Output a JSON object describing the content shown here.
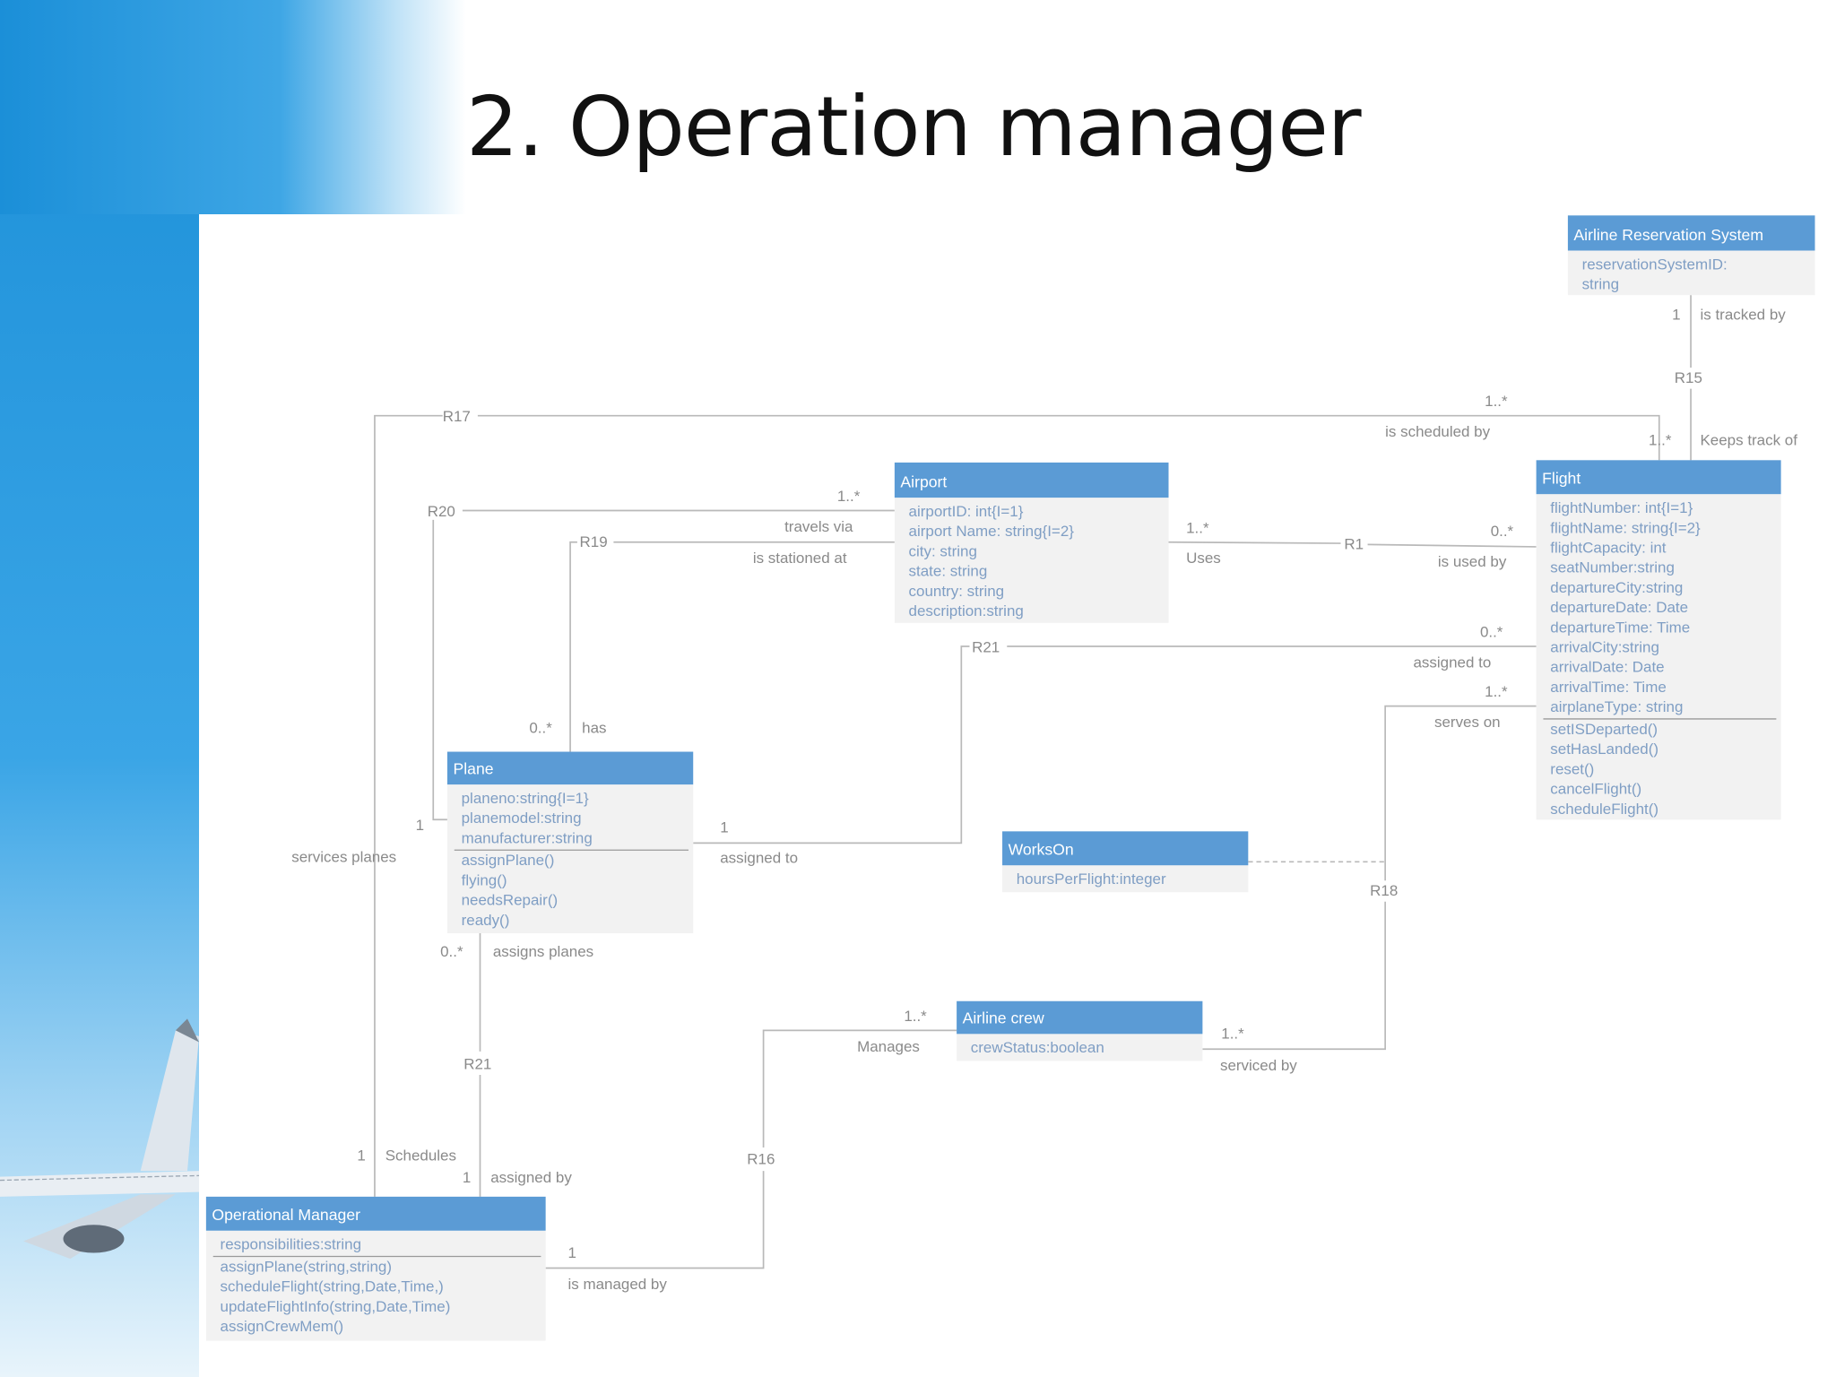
{
  "slide": {
    "title": "2. Operation manager"
  },
  "colors": {
    "class_header": "#5b9bd5",
    "class_body": "#f2f2f2",
    "attribute_text": "#7f9ec4",
    "label_text": "#8a8a8a",
    "background_blue": "#1b8fd8"
  },
  "classes": {
    "ars": {
      "name": "Airline Reservation System",
      "attributes": [
        "reservationSystemID:",
        "string"
      ],
      "methods": []
    },
    "flight": {
      "name": "Flight",
      "attributes": [
        "flightNumber: int{I=1}",
        "flightName: string{I=2}",
        "flightCapacity: int",
        "seatNumber:string",
        "departureCity:string",
        "departureDate: Date",
        "departureTime: Time",
        "arrivalCity:string",
        "arrivalDate: Date",
        "arrivalTime: Time",
        "airplaneType: string"
      ],
      "methods": [
        "setISDeparted()",
        "setHasLanded()",
        "reset()",
        "cancelFlight()",
        "scheduleFlight()"
      ]
    },
    "airport": {
      "name": "Airport",
      "attributes": [
        "airportID: int{I=1}",
        "airport Name: string{I=2}",
        "city: string",
        "state: string",
        "country: string",
        "description:string"
      ],
      "methods": []
    },
    "plane": {
      "name": "Plane",
      "attributes": [
        "planeno:string{I=1}",
        "planemodel:string",
        "manufacturer:string"
      ],
      "methods": [
        "assignPlane()",
        "flying()",
        "needsRepair()",
        "ready()"
      ]
    },
    "workson": {
      "name": "WorksOn",
      "attributes": [
        "hoursPerFlight:integer"
      ],
      "methods": []
    },
    "crew": {
      "name": "Airline crew",
      "attributes": [
        "crewStatus:boolean"
      ],
      "methods": []
    },
    "om": {
      "name": "Operational Manager",
      "attributes": [
        "responsibilities:string"
      ],
      "methods": [
        "assignPlane(string,string)",
        "scheduleFlight(string,Date,Time,)",
        "updateFlightInfo(string,Date,Time)",
        "assignCrewMem()"
      ]
    }
  },
  "associations": [
    {
      "id": "R15",
      "labels": [
        "1",
        "is tracked by",
        "R15",
        "1..*",
        "Keeps track of"
      ]
    },
    {
      "id": "R17",
      "labels": [
        "R17",
        "1..*",
        "is scheduled by",
        "1",
        "Schedules"
      ]
    },
    {
      "id": "R20",
      "labels": [
        "R20",
        "1..*",
        "travels via",
        "1",
        "services planes"
      ]
    },
    {
      "id": "R19",
      "labels": [
        "R19",
        "is stationed at",
        "0..*",
        "has"
      ]
    },
    {
      "id": "R1",
      "labels": [
        "1..*",
        "Uses",
        "R1",
        "0..*",
        "is used by"
      ]
    },
    {
      "id": "R21a",
      "labels": [
        "R21",
        "0..*",
        "assigned to",
        "1",
        "assigned to"
      ]
    },
    {
      "id": "R18",
      "labels": [
        "1..*",
        "serves on",
        "R18",
        "1..*",
        "serviced by"
      ]
    },
    {
      "id": "R21b",
      "labels": [
        "0..*",
        "assigns planes",
        "R21",
        "1",
        "assigned by"
      ]
    },
    {
      "id": "R16",
      "labels": [
        "1",
        "is managed by",
        "R16",
        "1..*",
        "Manages"
      ]
    }
  ]
}
